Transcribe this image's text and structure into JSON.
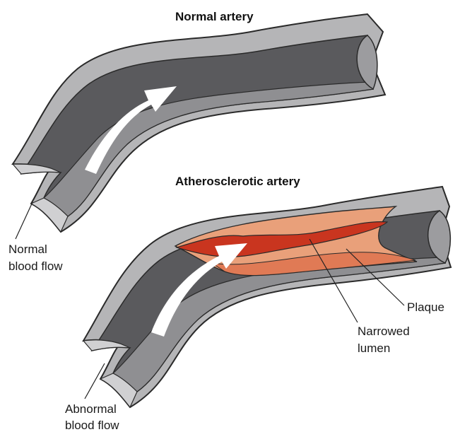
{
  "diagram": {
    "titles": {
      "normal": "Normal artery",
      "athero": "Atherosclerotic artery"
    },
    "labels": {
      "normal_flow": [
        "Normal",
        "blood flow"
      ],
      "abnormal_flow": [
        "Abnormal",
        "blood flow"
      ],
      "plaque": "Plaque",
      "narrowed_lumen": [
        "Narrowed",
        "lumen"
      ]
    },
    "colors": {
      "wall_light": "#b5b5b7",
      "wall_shade": "#8f8f92",
      "lumen_dark": "#5a5a5d",
      "lumen_mid": "#6f6f72",
      "flow_arrow": "#ffffff",
      "plaque_light": "#e9a07a",
      "plaque_mid": "#e07a55",
      "lumen_red": "#c9351f",
      "outline": "#2a2a2a"
    }
  }
}
